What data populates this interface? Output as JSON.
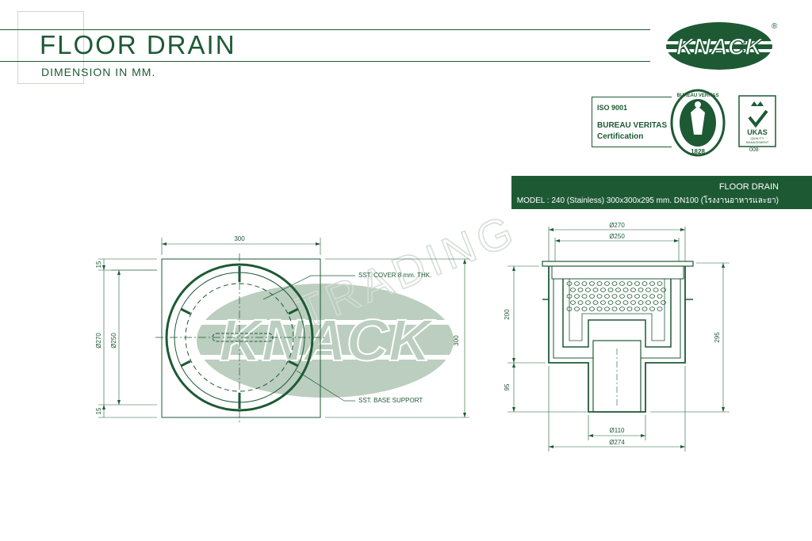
{
  "header": {
    "title": "FLOOR DRAIN",
    "subtitle": "DIMENSION IN MM."
  },
  "brand": {
    "logo_text": "KNACK",
    "registered_mark": "®",
    "watermark_text": "KNACK",
    "watermark_trading": "TRADING"
  },
  "certification": {
    "iso_line": "ISO 9001",
    "bureau_line": "BUREAU VERITAS",
    "cert_line": "Certification",
    "seal_top": "BUREAU VERITAS",
    "seal_year": "1828",
    "ukas_text": "UKAS",
    "ukas_sub1": "QUALITY",
    "ukas_sub2": "MANAGEMENT",
    "ukas_number": "008",
    "icons": [
      "bureau-veritas-seal-icon",
      "ukas-crown-check-icon"
    ]
  },
  "banner": {
    "line1": "FLOOR DRAIN",
    "line2": "MODEL : 240 (Stainless) 300x300x295 mm. DN100 (โรงงานอาหารและยา)"
  },
  "plan_view": {
    "width_top": "300",
    "height_right": "300",
    "dia_outer": "Ø270",
    "dia_inner": "Ø250",
    "margin_top": "15",
    "margin_bottom": "15",
    "callout_cover": "SST. COVER 8 mm. THK.",
    "callout_base": "SST. BASE SUPPORT"
  },
  "section_view": {
    "dia_top1": "Ø270",
    "dia_top2": "Ø250",
    "height_upper": "200",
    "height_lower": "95",
    "height_total": "295",
    "dia_outlet": "Ø110",
    "dia_base": "Ø274"
  },
  "colors": {
    "brand_green": "#1d5a34",
    "watermark_green": "#8fae96"
  }
}
